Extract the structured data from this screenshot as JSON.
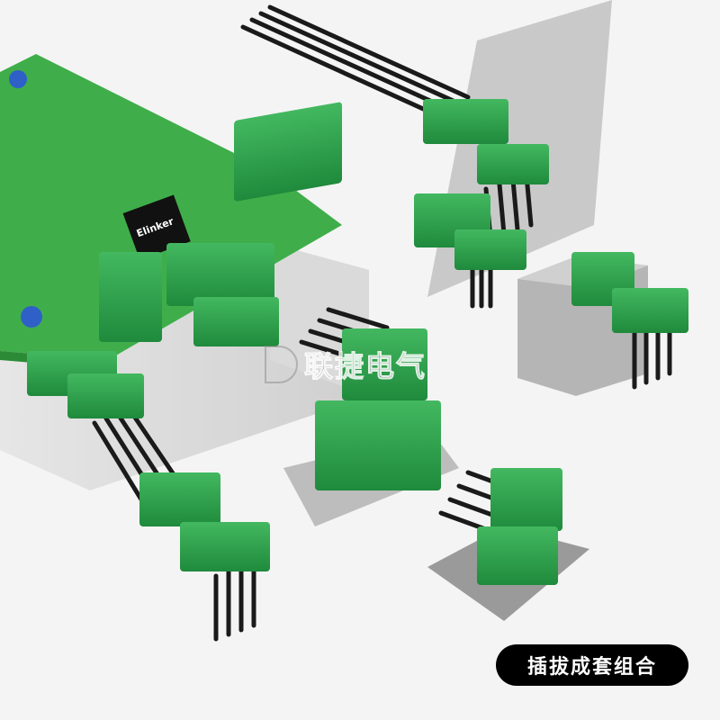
{
  "product_label": "插拔成套组合",
  "watermark": "联捷电气",
  "chip_brand": "Elinker",
  "colors": {
    "connector_green": "#2fa84f",
    "pcb_green": "#3fae4a",
    "panel_gray": "#c8c8c8",
    "wire_black": "#1a1a1a",
    "label_bg": "#000000"
  }
}
